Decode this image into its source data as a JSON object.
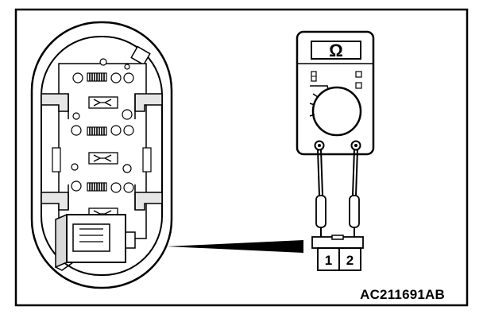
{
  "figure": {
    "id_label": "AC211691AB",
    "meter_symbol": "Ω",
    "connector_pins": [
      "1",
      "2"
    ]
  }
}
